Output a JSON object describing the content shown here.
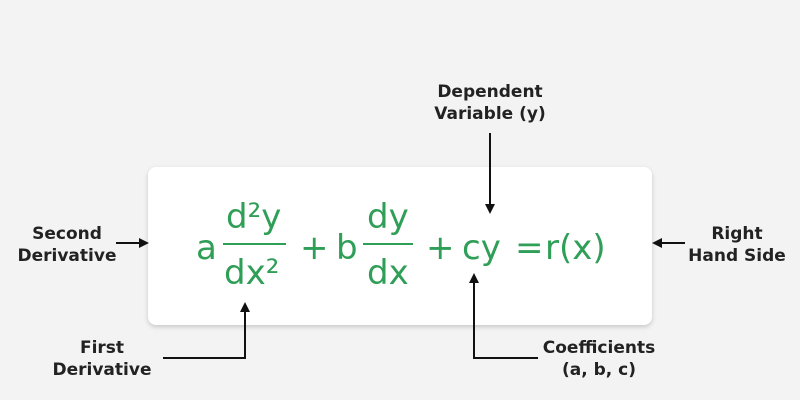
{
  "equation": {
    "coef_a": "a",
    "d2y_numerator": "d²y",
    "d2y_denominator": "dx²",
    "plus_1": "+",
    "coef_b": "b",
    "dy_numerator": "dy",
    "dy_denominator": "dx",
    "plus_2": "+",
    "cy_term": "cy",
    "equals": "=",
    "rhs": "r(x)"
  },
  "labels": {
    "dependent_variable": [
      "Dependent",
      "Variable (y)"
    ],
    "second_derivative": [
      "Second",
      "Derivative"
    ],
    "right_hand_side": [
      "Right",
      "Hand Side"
    ],
    "first_derivative": [
      "First",
      "Derivative"
    ],
    "coefficients": [
      "Coefficients",
      "(a, b, c)"
    ]
  },
  "colors": {
    "equation": "#2f9e57",
    "labels": "#222222",
    "arrows": "#111111",
    "background": "#f3f3f3",
    "card": "#ffffff"
  }
}
